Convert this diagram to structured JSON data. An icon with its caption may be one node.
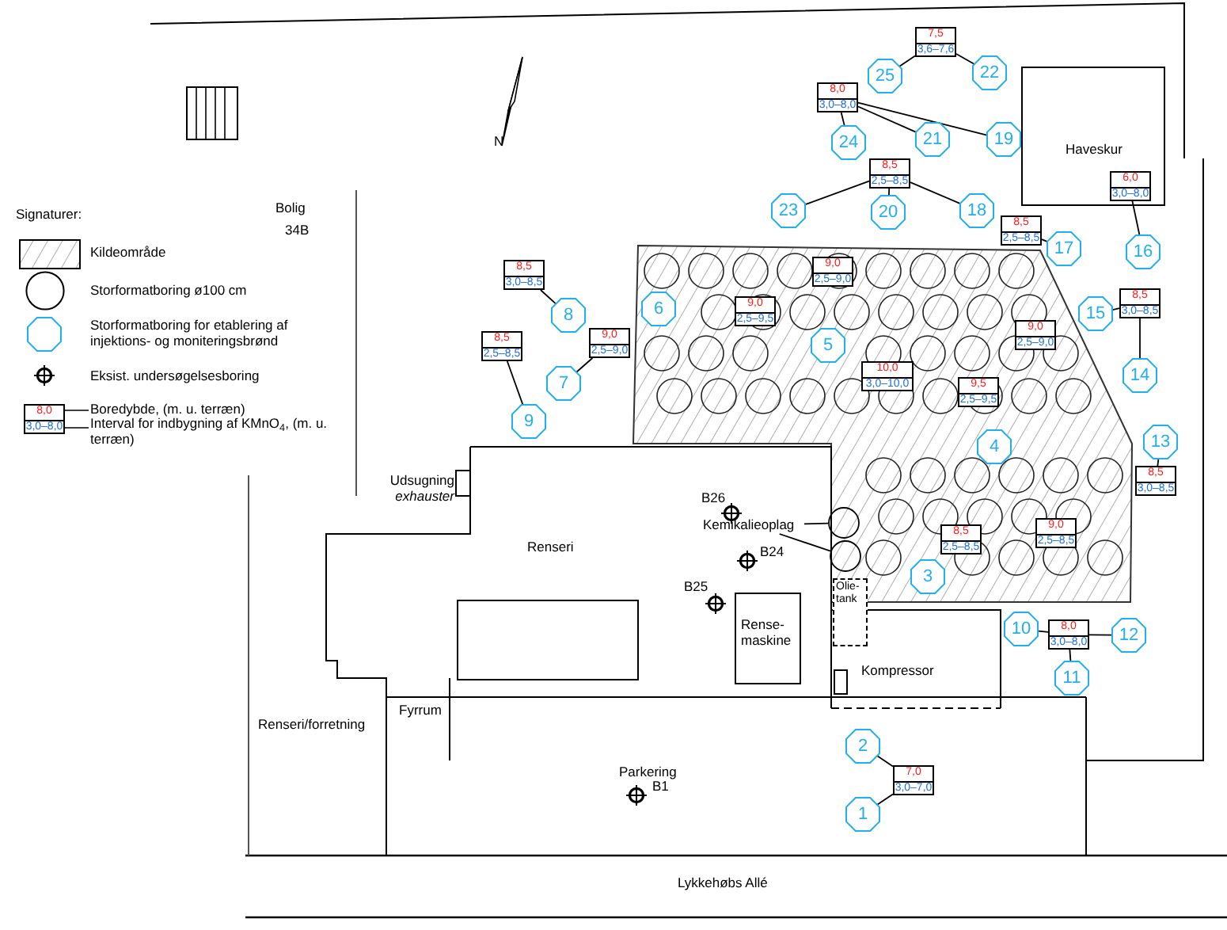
{
  "diagram": {
    "nodes": [
      {
        "text": [
          "Haveskur"
        ]
      },
      {
        "text": [
          "7,5",
          "3,6–7,6"
        ]
      },
      {
        "text": [
          "25"
        ]
      },
      {
        "text": [
          "22"
        ]
      },
      {
        "text": [
          "8,0",
          "3,0–8,0"
        ]
      },
      {
        "text": [
          "24"
        ]
      },
      {
        "text": [
          "21"
        ]
      },
      {
        "text": [
          "19"
        ]
      },
      {
        "text": [
          "8,5",
          "2,5–8,5"
        ]
      },
      {
        "text": [
          "23"
        ]
      },
      {
        "text": [
          "20"
        ]
      },
      {
        "text": [
          "18"
        ]
      },
      {
        "text": [
          "6,0",
          "3,0–8,0"
        ],
        "in": 0
      },
      {
        "text": [
          "16"
        ]
      },
      {
        "text": [
          "8,5",
          "2,5–8,5"
        ]
      },
      {
        "text": [
          "17"
        ]
      },
      {
        "text": [
          "8,5",
          "3,0–8,5"
        ]
      },
      {
        "text": [
          "15"
        ]
      },
      {
        "text": [
          "14"
        ]
      },
      {
        "text": [
          "8,5",
          "3,0–8,5"
        ]
      },
      {
        "text": [
          "8"
        ]
      },
      {
        "text": [
          "9,0",
          "2,5–9,0"
        ]
      },
      {
        "text": [
          "7"
        ]
      },
      {
        "text": [
          "8,5",
          "2,5–8,5"
        ]
      },
      {
        "text": [
          "9"
        ]
      },
      {
        "text": [
          "6"
        ]
      },
      {
        "text": [
          "5"
        ]
      },
      {
        "text": [
          "4"
        ]
      },
      {
        "text": [
          "9,0",
          "2,5–9,0"
        ]
      },
      {
        "text": [
          "9,0",
          "2,5–9,5"
        ]
      },
      {
        "text": [
          "10,0",
          "3,0–10,0"
        ]
      },
      {
        "text": [
          "9,0",
          "2,5–9,0"
        ]
      },
      {
        "text": [
          "9,5",
          "2,5–9,5"
        ]
      },
      {
        "text": [
          "13"
        ]
      },
      {
        "text": [
          "8,5",
          "3,0–8,5"
        ]
      },
      {
        "text": [
          "Kemikalieoplag"
        ]
      },
      {
        "text": [],
        "shape": "circle"
      },
      {
        "text": [],
        "shape": "circle"
      },
      {
        "text": [
          "8,5",
          "2,5–8,5"
        ]
      },
      {
        "text": [
          "9,0",
          "2,5–8,5"
        ]
      },
      {
        "text": [
          "3"
        ]
      },
      {
        "text": [
          "Rense-maskine"
        ]
      },
      {
        "text": [
          "Olie-tank"
        ]
      },
      {
        "text": [
          "Kompressor"
        ]
      },
      {
        "text": [
          "8,0",
          "3,0–8,0"
        ]
      },
      {
        "text": [
          "10"
        ]
      },
      {
        "text": [
          "12"
        ]
      },
      {
        "text": [
          "11"
        ]
      },
      {
        "text": [
          "7,0",
          "3,0–7,0"
        ]
      },
      {
        "text": [
          "2"
        ]
      },
      {
        "text": [
          "1"
        ]
      }
    ],
    "edges": [
      {
        "from": 1,
        "to": 2,
        "arrow": "none"
      },
      {
        "from": 1,
        "to": 3,
        "arrow": "none"
      },
      {
        "from": 4,
        "to": 5,
        "arrow": "none"
      },
      {
        "from": 4,
        "to": 6,
        "arrow": "none"
      },
      {
        "from": 4,
        "to": 7,
        "arrow": "none"
      },
      {
        "from": 8,
        "to": 9,
        "arrow": "none"
      },
      {
        "from": 8,
        "to": 10,
        "arrow": "none"
      },
      {
        "from": 8,
        "to": 11,
        "arrow": "none"
      },
      {
        "from": 12,
        "to": 13,
        "arrow": "none"
      },
      {
        "from": 14,
        "to": 15,
        "arrow": "none"
      },
      {
        "from": 16,
        "to": 17,
        "arrow": "none"
      },
      {
        "from": 16,
        "to": 18,
        "arrow": "none"
      },
      {
        "from": 19,
        "to": 20,
        "arrow": "none"
      },
      {
        "from": 21,
        "to": 22,
        "arrow": "none"
      },
      {
        "from": 23,
        "to": 24,
        "arrow": "none"
      },
      {
        "from": 34,
        "to": 33,
        "arrow": "none"
      },
      {
        "from": 35,
        "to": 36,
        "arrow": "none"
      },
      {
        "from": 35,
        "to": 37,
        "arrow": "none"
      },
      {
        "from": 44,
        "to": 45,
        "arrow": "none"
      },
      {
        "from": 44,
        "to": 46,
        "arrow": "none"
      },
      {
        "from": 44,
        "to": 47,
        "arrow": "none"
      },
      {
        "from": 48,
        "to": 49,
        "arrow": "none"
      },
      {
        "from": 48,
        "to": 50,
        "arrow": "none"
      }
    ],
    "labels": [
      "Signaturer:",
      "Bolig",
      "34B",
      "8,0",
      "3,0–8,0",
      "N",
      "Udsugning *exhauster*",
      "Renseri",
      "B26",
      "B24",
      "B25",
      "Fyrrum",
      "Renseri/forretning",
      "Parkering",
      "B1",
      "Lykkehøbs Allé"
    ],
    "legend": [
      {
        "text": "Kildeområde"
      },
      {
        "text": "Storformatboring ø100 cm"
      },
      {
        "text": "Storformatboring for etablering af injektions- og moniteringsbrønd"
      },
      {
        "text": "Eksist. undersøgelsesboring"
      },
      {
        "text": "Boredybde, (m. u. terræn)"
      },
      {
        "text": "Interval for indbygning af KMnO$_{4}$, (m. u. terræn)"
      }
    ]
  }
}
